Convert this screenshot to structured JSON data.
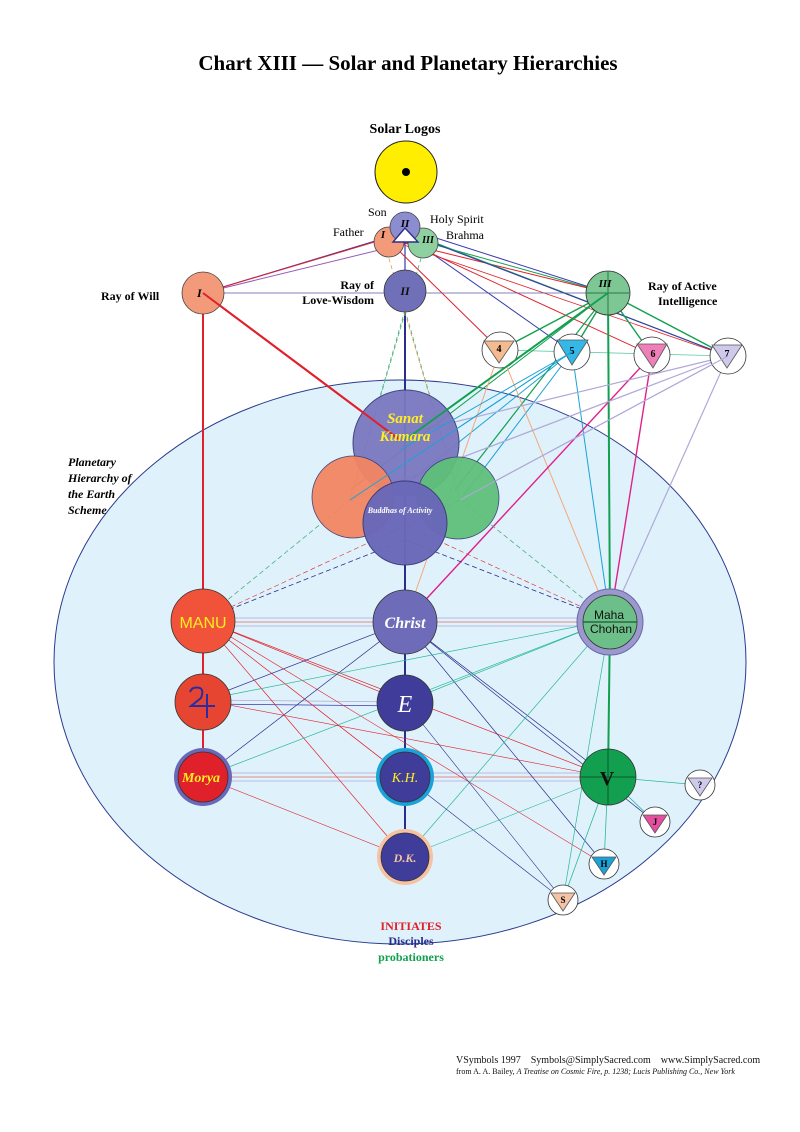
{
  "title": "Chart XIII — Solar and Planetary Hierarchies",
  "solar": {
    "heading": "Solar Logos",
    "son": "Son",
    "father": "Father",
    "holy_spirit": "Holy Spirit",
    "brahma": "Brahma",
    "ii": "II",
    "i": "I",
    "iii": "III"
  },
  "rays": {
    "will_label": "Ray of Will",
    "will_numeral": "I",
    "love_label_1": "Ray of",
    "love_label_2": "Love-Wisdom",
    "love_numeral": "II",
    "active_label_1": "Ray of Active",
    "active_label_2": "Intelligence",
    "active_numeral": "III",
    "minor": [
      "4",
      "5",
      "6",
      "7"
    ]
  },
  "planetary": {
    "label": [
      "Planetary",
      "Hierarchy of",
      "the Earth",
      "Scheme"
    ],
    "sanat_1": "Sanat",
    "sanat_2": "Kumara",
    "buddhas": "Buddhas of Activity"
  },
  "nodes": {
    "manu": "MANU",
    "christ": "Christ",
    "maha_1": "Maha",
    "maha_2": "Chohan",
    "e": "E",
    "morya": "Morya",
    "kh": "K.H.",
    "dk": "D.K.",
    "v": "V",
    "q": "?",
    "j": "J",
    "h": "H",
    "s": "S"
  },
  "legend": {
    "initiates": "INITIATES",
    "disciples": "Disciples",
    "probationers": "probationers"
  },
  "footer": {
    "line1": "VSymbols 1997    Symbols@SimplySacred.com    www.SimplySacred.com",
    "line2_prefix": "from A.  A. Bailey, ",
    "line2_book": "A Treatise on Cosmic Fire, p. 1238; Lucis Publishing Co., New York"
  },
  "colors": {
    "red": "#e0202a",
    "blue": "#2c2c8c",
    "green": "#12a050",
    "purple": "#5a5aa8",
    "bg_ellipse": "#dff2fb"
  }
}
